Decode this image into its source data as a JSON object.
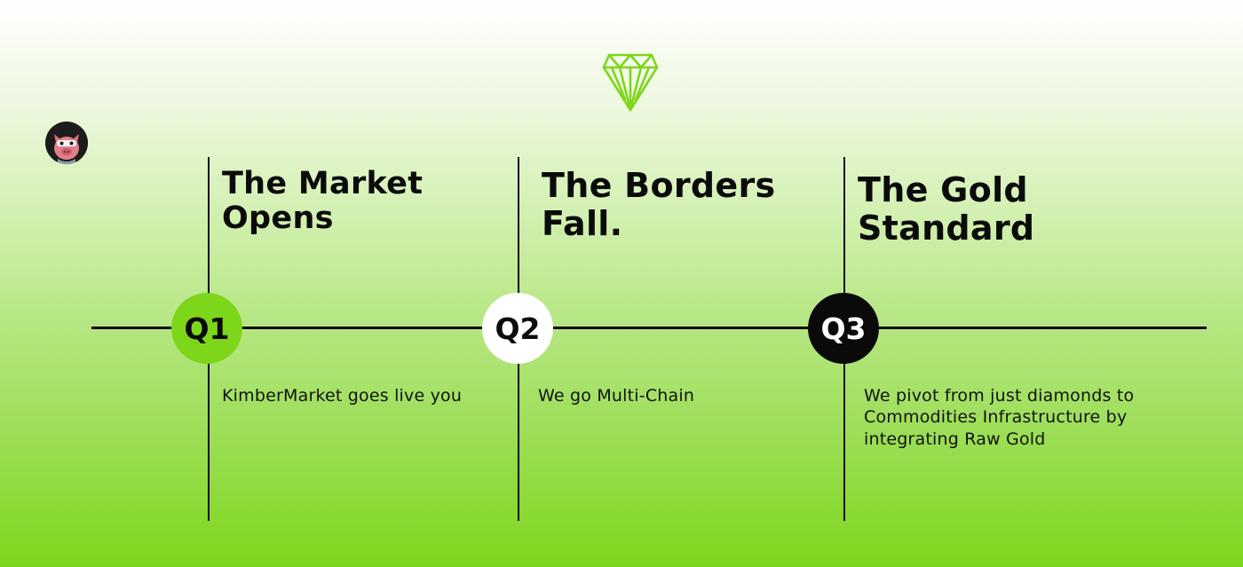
{
  "colors": {
    "q1_fill": "#7ed61b",
    "q2_fill": "#ffffff",
    "q3_fill": "#0a0a0a",
    "line": "#0a0a0a",
    "logo_stroke": "#7ed61b"
  },
  "timeline": {
    "phases": [
      {
        "label": "Q1",
        "title_line1": "The Market",
        "title_line2": "Opens",
        "description": "KimberMarket goes live you"
      },
      {
        "label": "Q2",
        "title_line1": "The Borders",
        "title_line2": "Fall.",
        "description": "We go Multi-Chain"
      },
      {
        "label": "Q3",
        "title_line1": "The Gold",
        "title_line2": "Standard",
        "description_line1": "We pivot from just diamonds to",
        "description_line2": "Commodities Infrastructure by",
        "description_line3": "integrating Raw Gold"
      }
    ]
  }
}
